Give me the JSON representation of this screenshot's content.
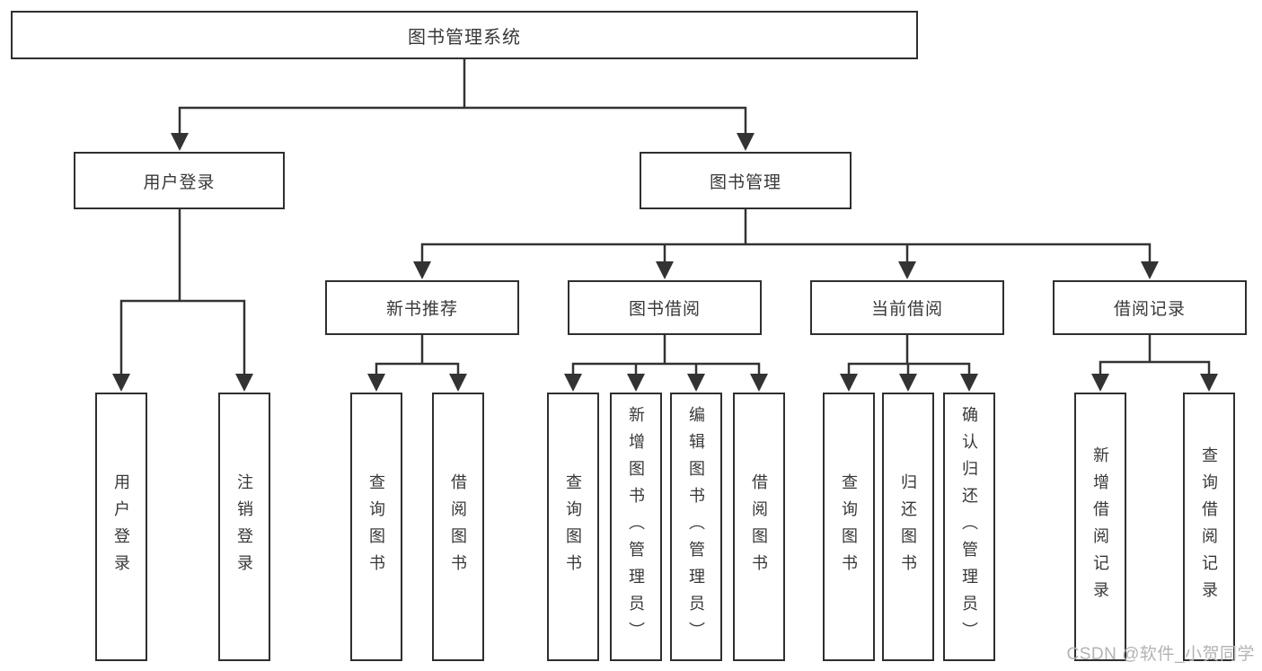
{
  "diagram": {
    "root": "图书管理系统",
    "level2": [
      {
        "label": "用户登录",
        "children": [
          "用户登录",
          "注销登录"
        ]
      },
      {
        "label": "图书管理",
        "modules": [
          {
            "label": "新书推荐",
            "children": [
              "查询图书",
              "借阅图书"
            ]
          },
          {
            "label": "图书借阅",
            "children": [
              "查询图书",
              "新增图书（管理员）",
              "编辑图书（管理员）",
              "借阅图书"
            ]
          },
          {
            "label": "当前借阅",
            "children": [
              "查询图书",
              "归还图书",
              "确认归还（管理员）"
            ]
          },
          {
            "label": "借阅记录",
            "children": [
              "新增借阅记录",
              "查询借阅记录"
            ]
          }
        ]
      }
    ]
  },
  "watermark": "CSDN @软件_小贺同学",
  "colors": {
    "line": "#333333",
    "box_border": "#2f2f2f",
    "text": "#383838",
    "watermark": "#b3b3b3",
    "background": "#ffffff"
  }
}
